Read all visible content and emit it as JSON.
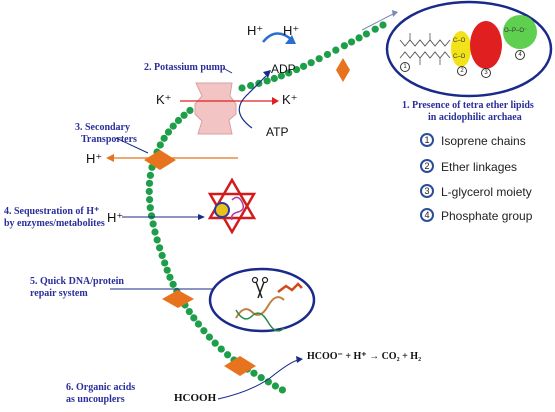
{
  "ions": {
    "h_plus_1": "H⁺",
    "h_plus_2": "H⁺",
    "k_plus_left": "K⁺",
    "k_plus_right": "K⁺",
    "adp": "ADP",
    "atp": "ATP",
    "h_plus_secondary": "H⁺",
    "h_plus_sequestration": "H⁺",
    "hcooh": "HCOOH",
    "reaction": "HCOO⁻ + H⁺  →  CO₂ + H₂"
  },
  "mechanisms": {
    "potassium_pump": "2. Potassium pump",
    "secondary_transporters_1": "3. Secondary",
    "secondary_transporters_2": "Transporters",
    "sequestration_1": "4. Sequestration of H⁺",
    "sequestration_2": "by enzymes/metabolites",
    "repair_1": "5. Quick DNA/protein",
    "repair_2": "repair system",
    "organic_acids_1": "6. Organic acids",
    "organic_acids_2": "as uncouplers",
    "tetra_ether_1": "1. Presence of tetra ether lipids",
    "tetra_ether_2": "in acidophilic archaea"
  },
  "legend": [
    {
      "num": "1",
      "label": "Isoprene chains"
    },
    {
      "num": "2",
      "label": "Ether linkages"
    },
    {
      "num": "3",
      "label": "L-glycerol moiety"
    },
    {
      "num": "4",
      "label": "Phosphate group"
    }
  ],
  "lipid_inset": {
    "numbers": [
      "1",
      "2",
      "3",
      "4"
    ],
    "ether_top": "C–O",
    "ether_bottom": "C–O",
    "phosphate": "O–P–O⁻"
  },
  "colors": {
    "membrane_bead": "#1f9e4a",
    "diamond": "#e8731e",
    "pump": "#f2c4c4",
    "label_blue": "#2a2f9a",
    "inset_border": "#1a2a8a",
    "ether_yellow": "#f2e21a",
    "glycerol_red": "#e02020",
    "phosphate_green": "#5fcf4f",
    "star_red": "#d21c1c",
    "arrow_orange": "#e8731e"
  }
}
